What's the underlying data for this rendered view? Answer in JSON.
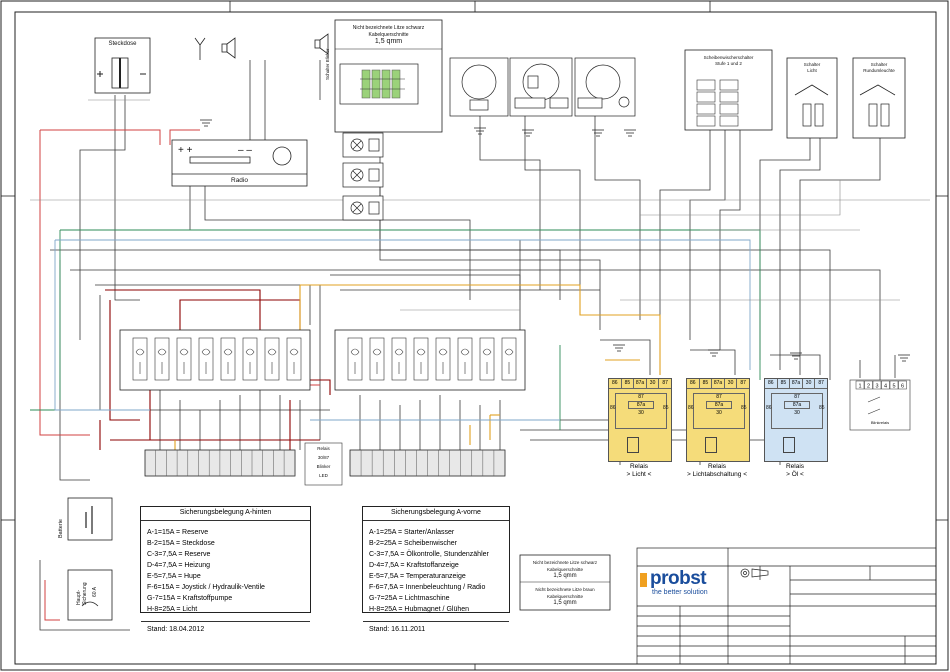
{
  "components": {
    "socket": "Steckdose",
    "radio": "Radio",
    "cable_note_top": {
      "line1": "Nicht bezeichnete Litze schwarz",
      "line2": "Kabelquerschnitte",
      "line3": "1,5 qmm"
    },
    "schalter_blinker": "Schalter Blinker",
    "stufenschalter": {
      "line1": "Scheibenwischerschalter",
      "line2": "Stufe 1 und 2"
    },
    "schalter_licht": {
      "line1": "Schalter",
      "line2": "Licht"
    },
    "schalter_rundumleuchte": {
      "line1": "Schalter",
      "line2": "Rundumleuchte"
    },
    "battery": "Batterie",
    "main_fuse": {
      "line1": "Haupt-",
      "line2": "Sicherung",
      "line3": "60 A"
    },
    "small_note": {
      "line1": "Relais",
      "line2": "30/87",
      "line3": "Blinker",
      "line4": "LED"
    }
  },
  "relays": [
    {
      "pins": [
        "86",
        "85",
        "87a",
        "30",
        "87"
      ],
      "c1": "87",
      "c2": "87a",
      "c3": "30",
      "left": "86",
      "right": "85",
      "name1": "Relais",
      "name2": "> Licht <",
      "color": "#f5dc7a"
    },
    {
      "pins": [
        "86",
        "85",
        "87a",
        "30",
        "87"
      ],
      "c1": "87",
      "c2": "87a",
      "c3": "30",
      "left": "86",
      "right": "85",
      "name1": "Relais",
      "name2": "> Lichtabschaltung <",
      "color": "#f5dc7a"
    },
    {
      "pins": [
        "86",
        "85",
        "87a",
        "30",
        "87"
      ],
      "c1": "87",
      "c2": "87a",
      "c3": "30",
      "left": "86",
      "right": "85",
      "name1": "Relais",
      "name2": "> Öl <",
      "color": "#cfe2f3"
    }
  ],
  "terminal_strip_right": {
    "pins": [
      "1",
      "2",
      "3",
      "4",
      "5",
      "6"
    ],
    "label": "Blinkrelais"
  },
  "fuses_hinten": {
    "title": "Sicherungsbelegung A-hinten",
    "rows": [
      "A-1=15A = Reserve",
      "B-2=15A = Steckdose",
      "C-3=7,5A = Reserve",
      "D-4=7,5A = Heizung",
      "E-5=7,5A = Hupe",
      "F-6=15A = Joystick / Hydraulik-Ventile",
      "G-7=15A = Kraftstoffpumpe",
      "H-8=25A = Licht"
    ],
    "footer": "Stand: 18.04.2012"
  },
  "fuses_vorne": {
    "title": "Sicherungsbelegung A-vorne",
    "rows": [
      "A-1=25A = Starter/Anlasser",
      "B-2=25A = Scheibenwischer",
      "C-3=7,5A = Ölkontrolle, Stundenzähler",
      "D-4=7,5A = Kraftstoffanzeige",
      "E-5=7,5A = Temperaturanzeige",
      "F-6=7,5A = Innenbeleuchtung / Radio",
      "G-7=25A = Lichtmaschine",
      "H-8=25A = Hubmagnet / Glühen"
    ],
    "footer": "Stand: 16.11.2011"
  },
  "cable_note_bottom": {
    "line1": "Nicht bezeichnete Litze schwarz",
    "line2": "Kabelquerschnitte",
    "line3": "1,5 qmm",
    "line4": "Nicht bezeichnete Litze braun",
    "line5": "Kabelquerschnitte",
    "line6": "1,5 qmm"
  },
  "logo": {
    "brand": "probst",
    "slogan": "the better solution",
    "brand_color": "#1a4d9c"
  },
  "wire_colors": [
    "#333333",
    "#8b0000",
    "#d04040",
    "#e0a020",
    "#2e8b57",
    "#7fa7c8",
    "#666666"
  ]
}
